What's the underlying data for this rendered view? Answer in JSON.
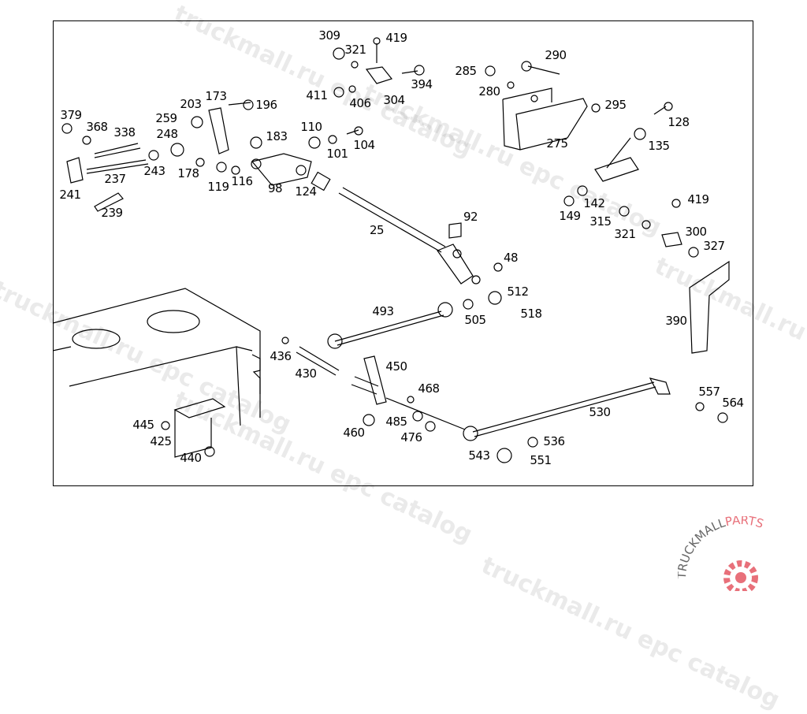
{
  "diagram": {
    "callouts": [
      "309",
      "321",
      "419",
      "394",
      "411",
      "406",
      "304",
      "290",
      "285",
      "280",
      "295",
      "128",
      "135",
      "275",
      "142",
      "149",
      "315",
      "321",
      "419",
      "300",
      "327",
      "390",
      "379",
      "368",
      "338",
      "203",
      "173",
      "196",
      "259",
      "248",
      "183",
      "110",
      "101",
      "104",
      "243",
      "178",
      "119",
      "116",
      "98",
      "124",
      "237",
      "241",
      "239",
      "92",
      "25",
      "48",
      "512",
      "505",
      "518",
      "493",
      "436",
      "430",
      "450",
      "468",
      "485",
      "476",
      "460",
      "530",
      "557",
      "564",
      "536",
      "543",
      "551",
      "445",
      "425",
      "440"
    ]
  },
  "watermark": {
    "text": "truckmall.ru epc catalog"
  },
  "logo": {
    "text_dark": "TRUCKMALL",
    "text_accent": "PARTS",
    "accent_color": "#e8707a"
  },
  "colors": {
    "line": "#000000",
    "watermark": "#a0a0a0"
  }
}
